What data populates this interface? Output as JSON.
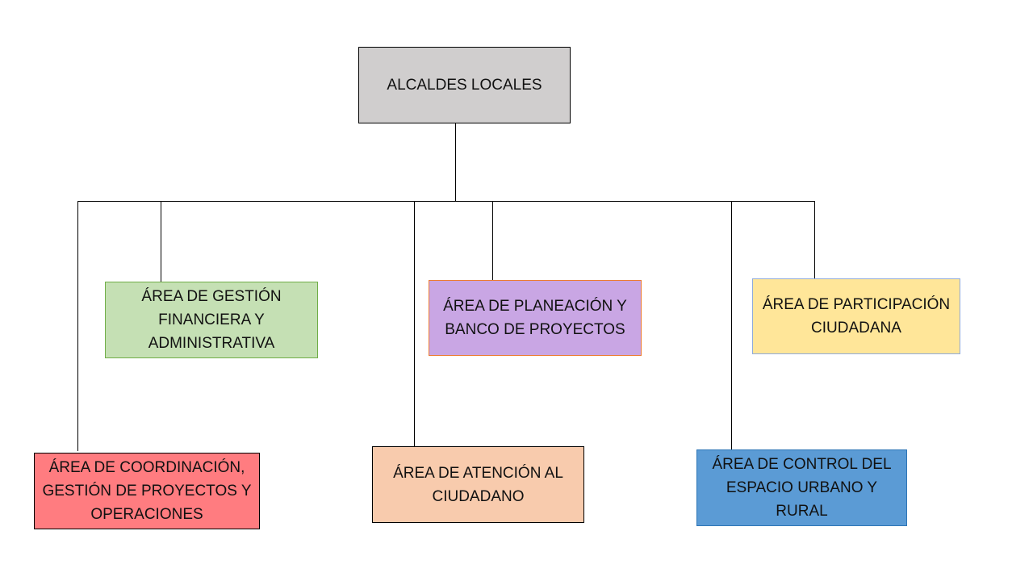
{
  "diagram": {
    "root": {
      "label": "ALCALDES LOCALES",
      "fill": "#d0cece",
      "border": "#000000"
    },
    "nodes": [
      {
        "id": "gestion-financiera",
        "label": "ÁREA DE GESTIÓN\nFINANCIERA Y\nADMINISTRATIVA",
        "fill": "#c5e0b4",
        "border": "#70ad47"
      },
      {
        "id": "planeacion",
        "label": "ÁREA DE PLANEACIÓN Y\nBANCO DE PROYECTOS",
        "fill": "#c9a6e4",
        "border": "#ed7d31"
      },
      {
        "id": "participacion",
        "label": "ÁREA DE PARTICIPACIÓN\nCIUDADANA",
        "fill": "#ffe699",
        "border": "#8faadc"
      },
      {
        "id": "coordinacion",
        "label": "ÁREA DE COORDINACIÓN,\nGESTIÓN DE PROYECTOS Y\nOPERACIONES",
        "fill": "#ff7c80",
        "border": "#000000"
      },
      {
        "id": "atencion",
        "label": "ÁREA DE ATENCIÓN AL\nCIUDADANO",
        "fill": "#f8cbad",
        "border": "#000000"
      },
      {
        "id": "control",
        "label": "ÁREA DE CONTROL DEL\nESPACIO URBANO Y\nRURAL",
        "fill": "#5b9bd5",
        "border": "#2e75b6"
      }
    ],
    "connector_color": "#000000"
  }
}
